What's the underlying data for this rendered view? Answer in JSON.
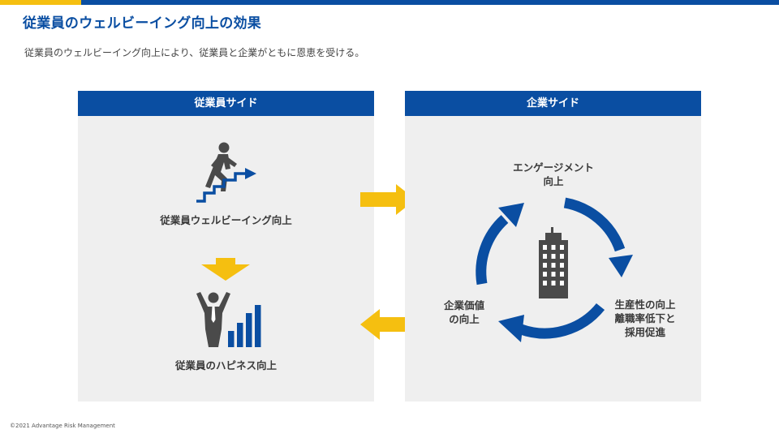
{
  "header": {
    "title": "従業員のウェルビーイング向上の効果",
    "subtitle": "従業員のウェルビーイング向上により、従業員と企業がともに恩恵を受ける。"
  },
  "employee_side": {
    "heading": "従業員サイド",
    "wellbeing_label": "従業員ウェルビーイング向上",
    "happiness_label": "従業員のハピネス向上"
  },
  "company_side": {
    "heading": "企業サイド",
    "engagement_label_line1": "エンゲージメント",
    "engagement_label_line2": "向上",
    "productivity_label_line1": "生産性の向上",
    "productivity_label_line2": "離職率低下と",
    "productivity_label_line3": "採用促進",
    "value_label_line1": "企業価値",
    "value_label_line2": "の向上"
  },
  "footer": {
    "copyright": "©2021 Advantage Risk Management"
  },
  "colors": {
    "brand_blue": "#0a4ea2",
    "accent_yellow": "#f5bf10",
    "icon_gray": "#4a4a4a",
    "panel_gray": "#efefef"
  }
}
